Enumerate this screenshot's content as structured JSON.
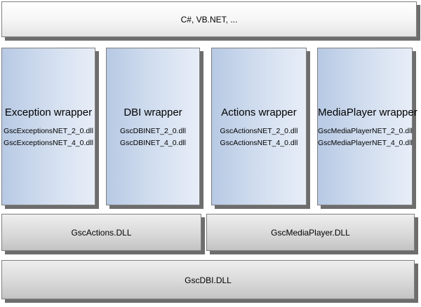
{
  "top_layer": {
    "label": "C#, VB.NET, ..."
  },
  "wrappers": [
    {
      "title": "Exception wrapper",
      "dlls": [
        "GscExceptionsNET_2_0.dll",
        "GscExceptionsNET_4_0.dll"
      ]
    },
    {
      "title": "DBI wrapper",
      "dlls": [
        "GscDBINET_2_0.dll",
        "GscDBINET_4_0.dll"
      ]
    },
    {
      "title": "Actions wrapper",
      "dlls": [
        "GscActionsNET_2_0.dll",
        "GscActionsNET_4_0.dll"
      ]
    },
    {
      "title": "MediaPlayer wrapper",
      "dlls": [
        "GscMediaPlayerNET_2_0.dll",
        "GscMediaPlayerNET_4_0.dll"
      ]
    }
  ],
  "libraries": {
    "actions": "GscActions.DLL",
    "mediaplayer": "GscMediaPlayer.DLL",
    "dbi": "GscDBI.DLL"
  },
  "colors": {
    "wrapper_fill": "#cfdcee",
    "library_fill": "#d9d9d9",
    "top_fill": "#f5f5f5",
    "shadow": "#6d6d6d",
    "border": "#7f7f7f"
  }
}
